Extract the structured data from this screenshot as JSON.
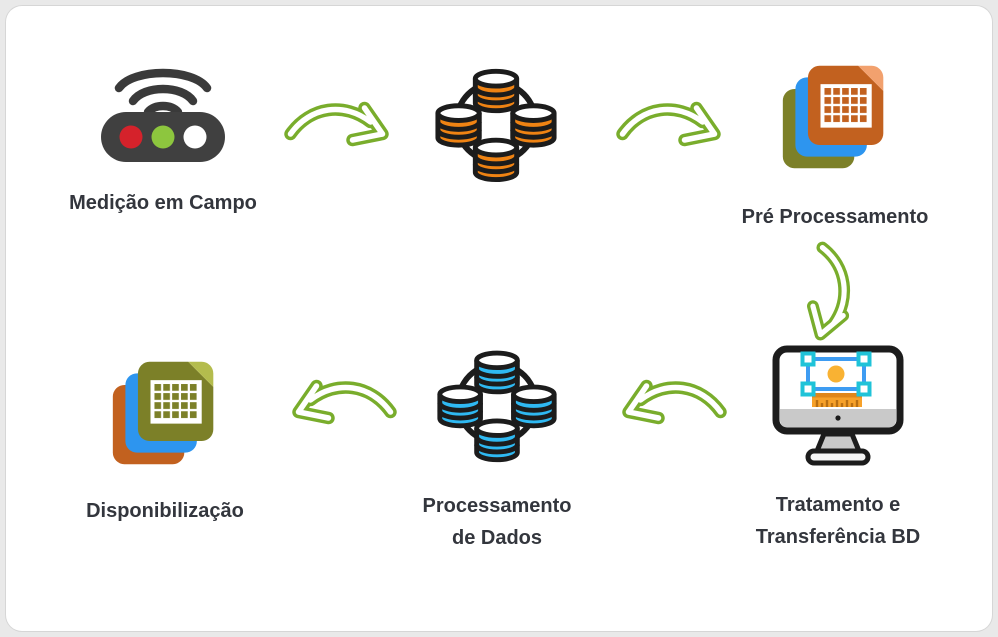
{
  "diagram_title": "",
  "nodes": {
    "field_measurement": {
      "label": "Medição em Campo",
      "icon": "wireless-sensor"
    },
    "raw_database": {
      "label": "",
      "icon": "database-cluster",
      "accent": "#ef8313"
    },
    "pre_processing": {
      "label": "Pré Processamento",
      "icon": "spreadsheet-stack",
      "accent": "#c2611f"
    },
    "treatment_transfer": {
      "lines": [
        "Tratamento e",
        "Transferência BD"
      ],
      "icon": "monitor-design"
    },
    "data_processing": {
      "lines": [
        "Processamento",
        "de Dados"
      ],
      "icon": "database-cluster",
      "accent": "#2fb9f2"
    },
    "availability": {
      "label": "Disponibilização",
      "icon": "spreadsheet-stack",
      "accent": "#7c8028"
    }
  },
  "edges": [
    {
      "from": "field_measurement",
      "to": "raw_database",
      "direction": "right"
    },
    {
      "from": "raw_database",
      "to": "pre_processing",
      "direction": "right"
    },
    {
      "from": "pre_processing",
      "to": "treatment_transfer",
      "direction": "down"
    },
    {
      "from": "treatment_transfer",
      "to": "data_processing",
      "direction": "left"
    },
    {
      "from": "data_processing",
      "to": "availability",
      "direction": "left"
    }
  ],
  "colors": {
    "card_background": "#ffffff",
    "outline_dark": "#1c1c1c",
    "text": "#33363d",
    "arrow_green": "#79ad2c",
    "device_body": "#404040",
    "device_led_red": "#d5222b",
    "device_led_green": "#8dc63e",
    "device_led_white": "#ffffff",
    "db_orange": "#ef8313",
    "db_blue": "#2fb9f2",
    "file_orange": "#c2611f",
    "file_orange_fold": "#f2a16e",
    "file_blue": "#2d95ef",
    "file_olive": "#7c8028",
    "file_olive_fold": "#b4bc4d",
    "monitor_gray": "#c9c9c9",
    "selection_blue": "#3e9cf2",
    "handle_cyan": "#1fc3d8",
    "dot_orange": "#f9b233",
    "ruler_orange": "#f7a129"
  }
}
